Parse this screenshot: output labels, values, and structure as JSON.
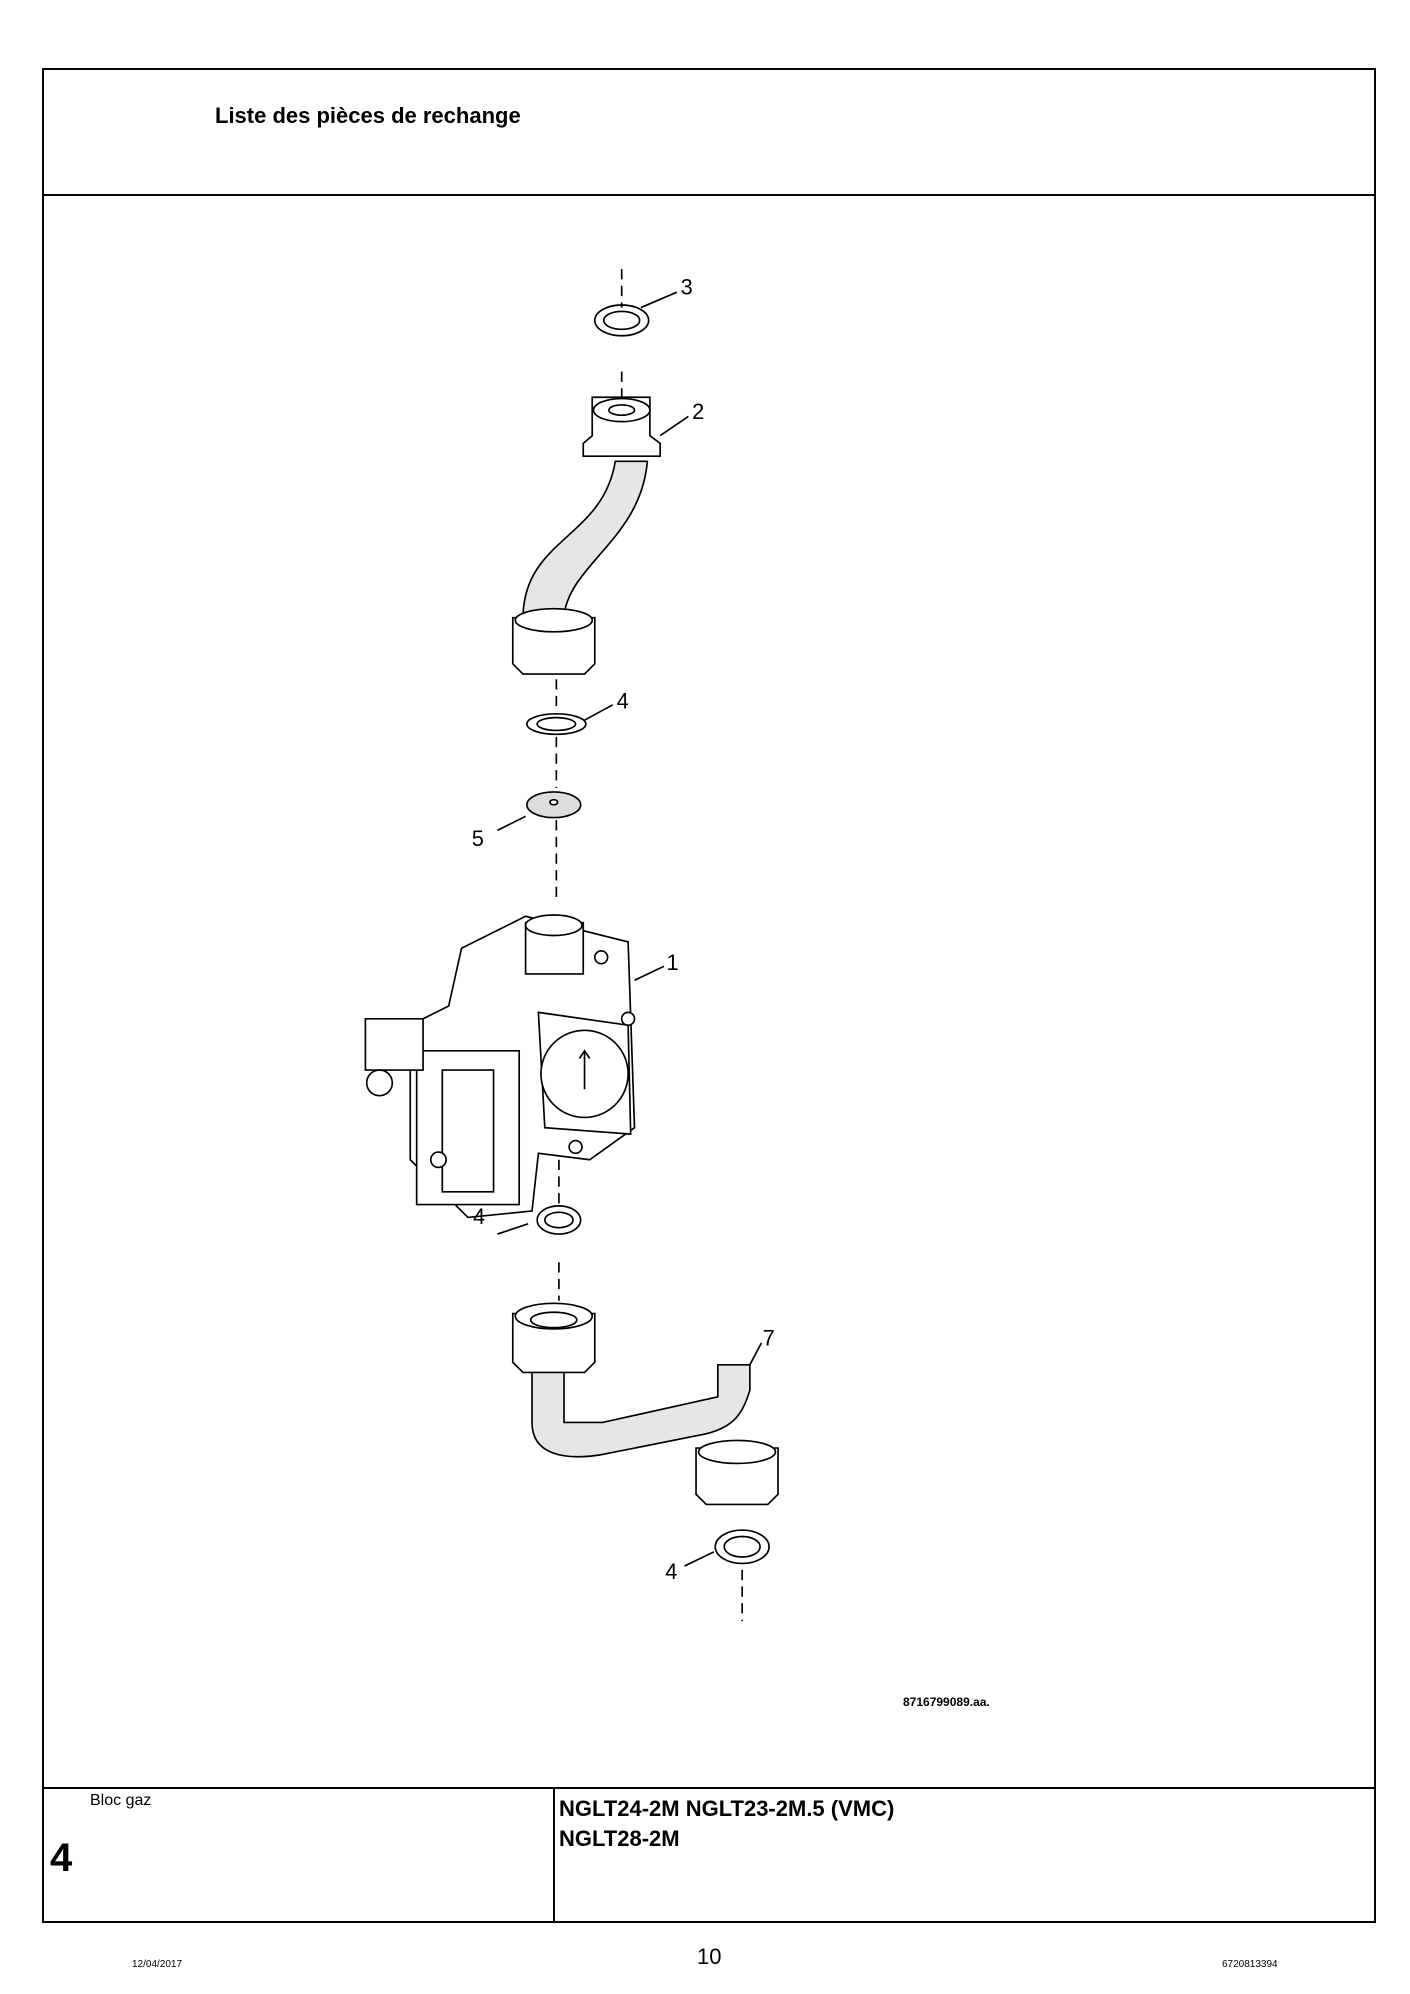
{
  "header": {
    "title": "Liste des pièces de rechange"
  },
  "drawing": {
    "drawing_number": "8716799089.aa.",
    "callouts": [
      "3",
      "2",
      "4",
      "5",
      "1",
      "4",
      "7",
      "4"
    ]
  },
  "title_block": {
    "section_name": "Bloc gaz",
    "section_number": "4",
    "models_line1": "NGLT24-2M NGLT23-2M.5 (VMC)",
    "models_line2": "NGLT28-2M"
  },
  "footer": {
    "date": "12/04/2017",
    "page_number": "10",
    "document_number": "6720813394"
  }
}
